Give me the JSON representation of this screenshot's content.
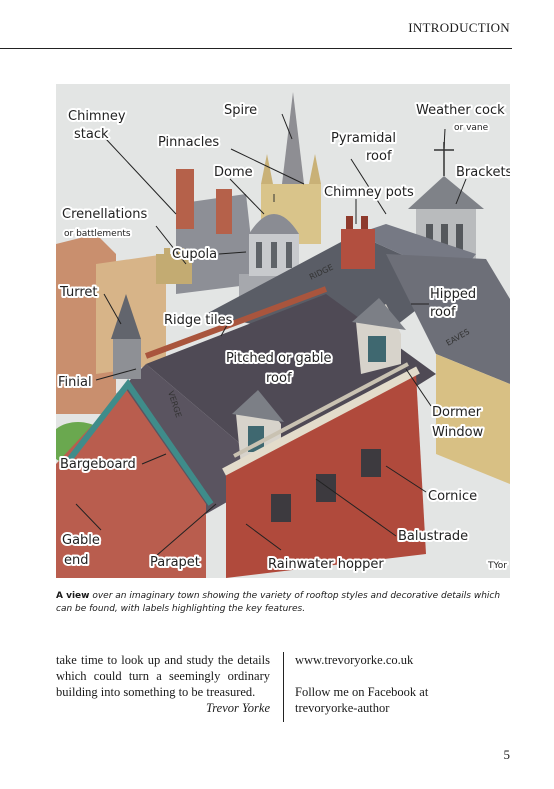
{
  "header": {
    "section_title": "INTRODUCTION"
  },
  "figure": {
    "labels": {
      "chimney_stack_1": "Chimney",
      "chimney_stack_2": "stack",
      "spire": "Spire",
      "weather_cock_1": "Weather cock",
      "weather_cock_2": "or vane",
      "pinnacles": "Pinnacles",
      "dome": "Dome",
      "pyramidal_roof_1": "Pyramidal",
      "pyramidal_roof_2": "roof",
      "brackets": "Brackets",
      "chimney_pots": "Chimney pots",
      "crenellations_1": "Crenellations",
      "crenellations_2": "or battlements",
      "cupola": "Cupola",
      "turret": "Turret",
      "ridge_tiles": "Ridge tiles",
      "hipped_roof_1": "Hipped",
      "hipped_roof_2": "roof",
      "pitched_roof_1": "Pitched or gable",
      "pitched_roof_2": "roof",
      "finial": "Finial",
      "dormer_window_1": "Dormer",
      "dormer_window_2": "Window",
      "bargeboard": "Bargeboard",
      "cornice": "Cornice",
      "gable_end_1": "Gable",
      "gable_end_2": "end",
      "balustrade": "Balustrade",
      "parapet": "Parapet",
      "rainwater_hopper": "Rainwater hopper",
      "ridge": "RIDGE",
      "eaves": "EAVES",
      "verge": "VERGE",
      "signature": "TYor"
    }
  },
  "caption": {
    "lead": "A view",
    "text": " over an imaginary town showing the variety of rooftop styles and decorative details which can be found, with labels highlighting the key features."
  },
  "body": {
    "left_text": "take time to look up and study the details which could turn a seemingly ordinary building into something to be treasured.",
    "author": "Trevor Yorke",
    "website": "www.trevoryorke.co.uk",
    "facebook_line1": "Follow me on Facebook at",
    "facebook_line2": "trevoryorke-author"
  },
  "footer": {
    "page_number": "5"
  }
}
